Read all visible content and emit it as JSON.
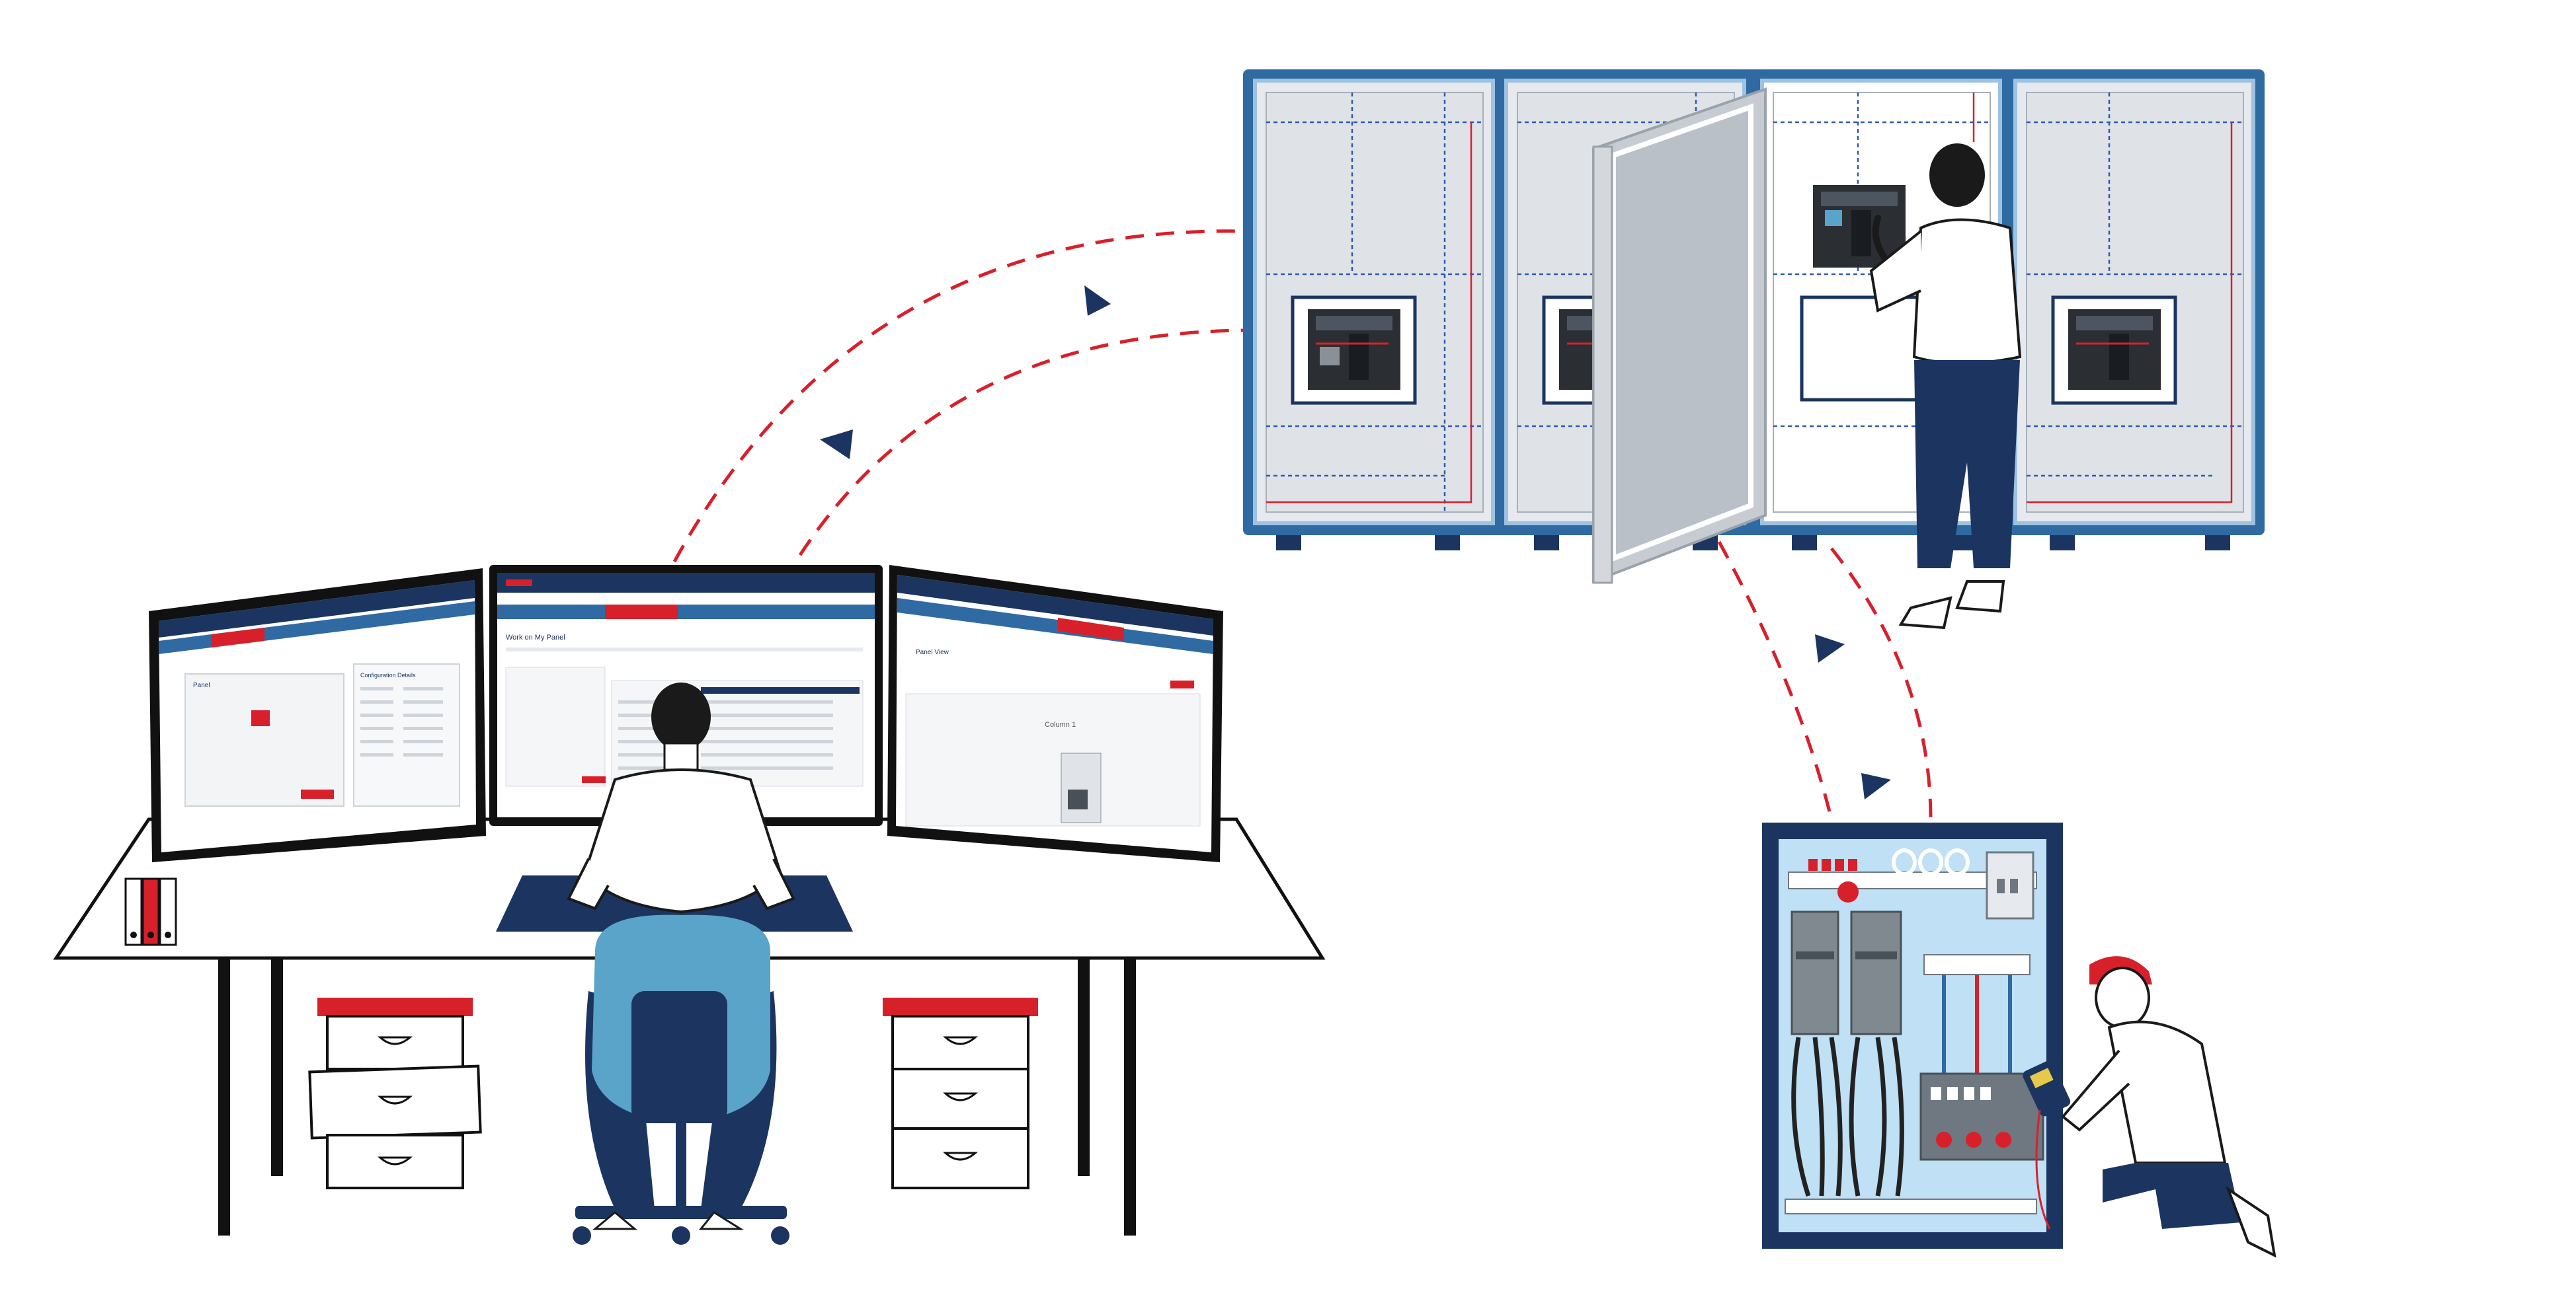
{
  "scene": {
    "kind": "illustration",
    "description_free": true
  },
  "monitors": {
    "left": {
      "app_title": "",
      "header_text": "",
      "section_title": "Panel",
      "right_title": "Configuration Details",
      "icon_name": "enclosure-icon"
    },
    "center": {
      "app_title": "",
      "section_title": "Work on My Panel",
      "icon_name": "list-icon"
    },
    "right": {
      "app_title": "",
      "section_title": "Panel View",
      "canvas_label": "Column 1",
      "icon_name": "cabinet-icon"
    }
  },
  "colors": {
    "navy": "#1b3560",
    "dark_navy": "#142a4f",
    "red": "#e3202c",
    "light_blue": "#5aa3c9",
    "cabinet_frame": "#2f6aa3",
    "cabinet_fill": "#dfe3e8",
    "grey": "#808890",
    "dashed_red": "#d8202b"
  },
  "icons": {
    "arrow": "triangle-arrow-icon",
    "chair": "office-chair-icon",
    "binders": "binder-icon",
    "multimeter": "multimeter-icon",
    "breaker": "circuit-breaker-icon"
  }
}
